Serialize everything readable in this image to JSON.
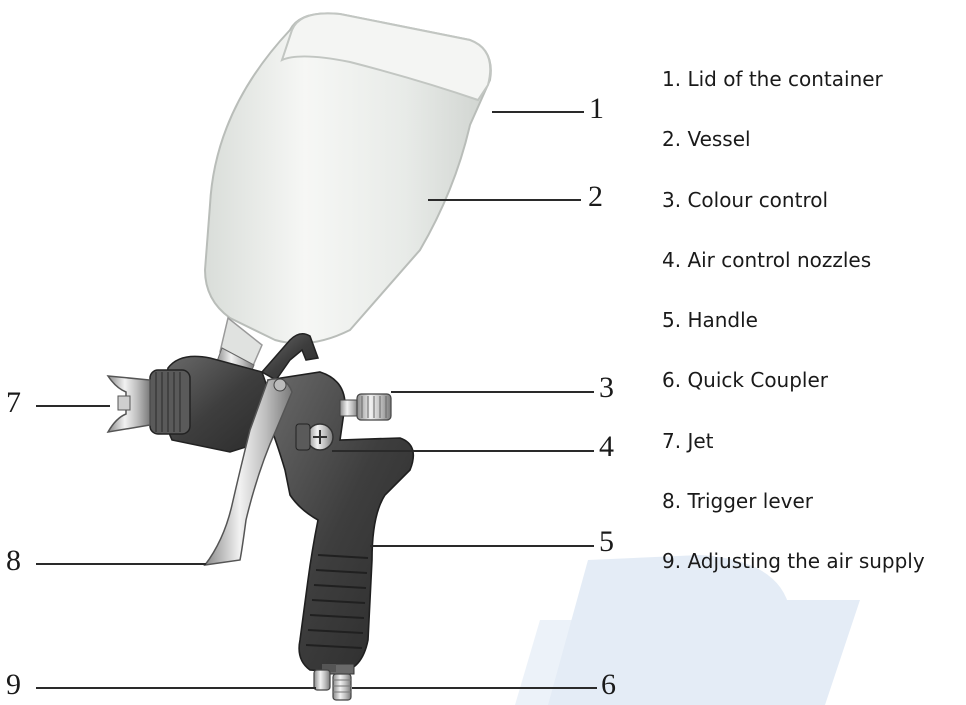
{
  "legend": [
    {
      "number": "1",
      "text": "1. Lid of the container"
    },
    {
      "number": "2",
      "text": "2. Vessel"
    },
    {
      "number": "3",
      "text": "3. Colour control"
    },
    {
      "number": "4",
      "text": "4. Air control nozzles"
    },
    {
      "number": "5",
      "text": "5. Handle"
    },
    {
      "number": "6",
      "text": "6. Quick Coupler"
    },
    {
      "number": "7",
      "text": "7. Jet"
    },
    {
      "number": "8",
      "text": "8. Trigger lever"
    },
    {
      "number": "9",
      "text": "9. Adjusting the air supply"
    }
  ],
  "callouts": [
    "1",
    "2",
    "3",
    "4",
    "5",
    "6",
    "7",
    "8",
    "9"
  ],
  "colors": {
    "watermark": "#2f6db5",
    "cup": "#eef0ee",
    "gun_body": "#4a4a4a",
    "chrome": "#c8c8c8"
  },
  "icons": [
    "spray-gun-illustration",
    "watermark-logo"
  ]
}
